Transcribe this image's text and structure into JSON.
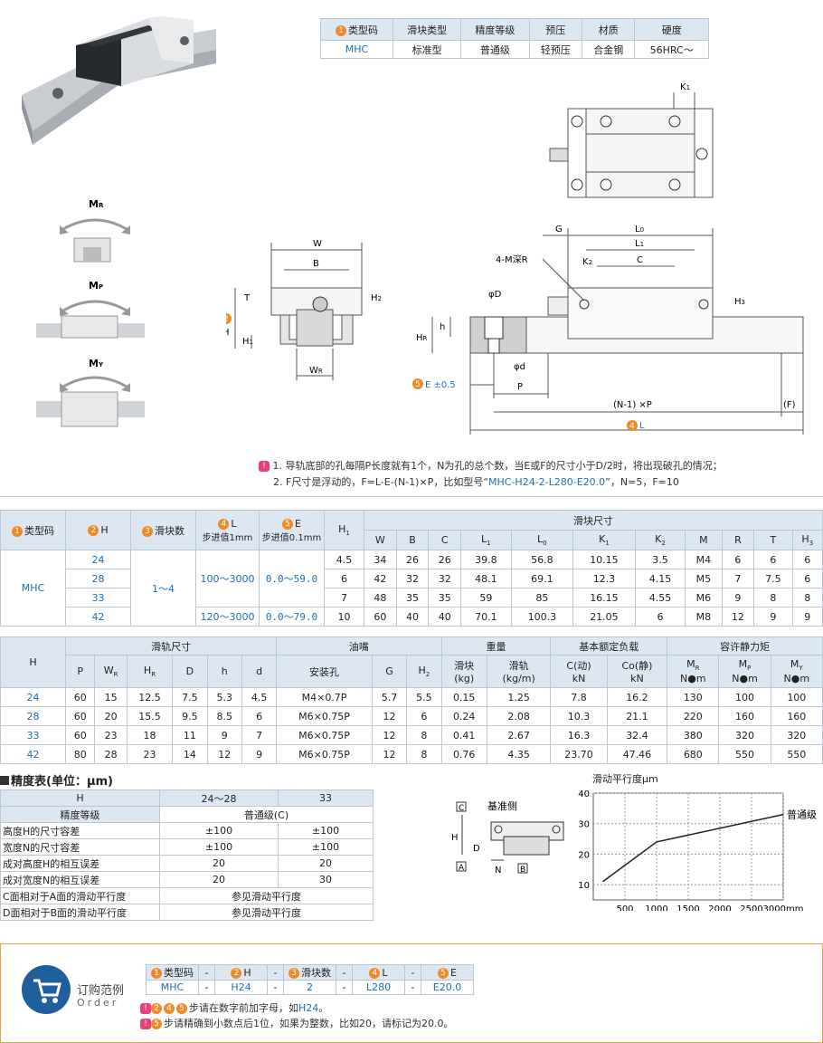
{
  "header_table": {
    "columns": [
      "类型码",
      "滑块类型",
      "精度等级",
      "预压",
      "材质",
      "硬度"
    ],
    "badge1": "1",
    "row": [
      "MHC",
      "标准型",
      "普通级",
      "轻预压",
      "合金钢",
      "56HRC～"
    ]
  },
  "moments": {
    "mr": "M",
    "mr_sub": "R",
    "mp": "M",
    "mp_sub": "P",
    "my": "M",
    "my_sub": "Y"
  },
  "drawing_labels": {
    "W": "W",
    "B": "B",
    "T": "T",
    "H2": "H",
    "H2_sub": "2",
    "H": "H",
    "badge2": "2",
    "H1": "H",
    "H1_sub": "1",
    "WR": "W",
    "WR_sub": "R",
    "K1": "K",
    "K1_sub": "1",
    "G": "G",
    "L0": "L",
    "L0_sub": "0",
    "L1": "L",
    "L1_sub": "1",
    "K2": "K",
    "K2_sub": "2",
    "C": "C",
    "M_R": "4-M深R",
    "phiD": "φD",
    "phid": "φd",
    "h": "h",
    "HR": "H",
    "HR_sub": "R",
    "H3": "H",
    "H3_sub": "3",
    "E": "E ±0.5",
    "badge5": "5",
    "P": "P",
    "NP": "(N-1) ×P",
    "F": "(F)",
    "L": "L",
    "badge4": "4"
  },
  "notes": {
    "icon": "!",
    "line1": "1. 导轨底部的孔每隔P长度就有1个，N为孔的总个数，当E或F的尺寸小于D/2时，将出现破孔的情况；",
    "line2a": "2. F尺寸是浮动的，F=L-E-(N-1)×P，比如型号“",
    "line2b": "MHC-H24-2-L280-E20.0",
    "line2c": "”，N=5，F=10"
  },
  "spec1": {
    "h_type": "类型码",
    "b1": "1",
    "h_H": "H",
    "b2": "2",
    "h_qty": "滑块数",
    "b3": "3",
    "h_L": "L",
    "b4": "4",
    "h_L2": "步进值1mm",
    "h_E": "E",
    "b5": "5",
    "h_E2": "步进值0.1mm",
    "h_H1": "H",
    "h_H1_sub": "1",
    "h_block": "滑块尺寸",
    "cols": [
      [
        "W",
        ""
      ],
      [
        "B",
        ""
      ],
      [
        "C",
        ""
      ],
      [
        "L",
        "1"
      ],
      [
        "L",
        "0"
      ],
      [
        "K",
        "1"
      ],
      [
        "K",
        "2"
      ],
      [
        "M",
        ""
      ],
      [
        "R",
        ""
      ],
      [
        "T",
        ""
      ],
      [
        "H",
        "3"
      ]
    ],
    "type": "MHC",
    "qty": "1～4",
    "L_range1": "100～3000",
    "E_range1": "0.0～59.0",
    "L_range2": "120～3000",
    "E_range2": "0.0～79.0",
    "rows": [
      [
        "24",
        "4.5",
        "34",
        "26",
        "26",
        "39.8",
        "56.8",
        "10.15",
        "3.5",
        "M4",
        "6",
        "6",
        "6"
      ],
      [
        "28",
        "6",
        "42",
        "32",
        "32",
        "48.1",
        "69.1",
        "12.3",
        "4.15",
        "M5",
        "7",
        "7.5",
        "6"
      ],
      [
        "33",
        "7",
        "48",
        "35",
        "35",
        "59",
        "85",
        "16.15",
        "4.55",
        "M6",
        "9",
        "8",
        "8"
      ],
      [
        "42",
        "10",
        "60",
        "40",
        "40",
        "70.1",
        "100.3",
        "21.05",
        "6",
        "M8",
        "12",
        "9",
        "9"
      ]
    ]
  },
  "spec2": {
    "h_H": "H",
    "g_rail": "滑轨尺寸",
    "g_oil": "油嘴",
    "g_weight": "重量",
    "g_load": "基本额定负载",
    "g_moment": "容许静力矩",
    "c_P": "P",
    "c_WR": "W",
    "c_WR_sub": "R",
    "c_HR": "H",
    "c_HR_sub": "R",
    "c_D": "D",
    "c_h": "h",
    "c_d": "d",
    "c_hole": "安装孔",
    "c_G": "G",
    "c_H2": "H",
    "c_H2_sub": "2",
    "c_wb1": "滑块",
    "c_wb2": "(kg)",
    "c_wr1": "滑轨",
    "c_wr2": "(kg/m)",
    "c_c1": "C(动)",
    "c_c2": "kN",
    "c_co1": "Co(静)",
    "c_co2": "kN",
    "c_mr": "M",
    "c_mr_sub": "R",
    "c_mp": "M",
    "c_mp_sub": "P",
    "c_my": "M",
    "c_my_sub": "Y",
    "c_unit": "N●m",
    "rows": [
      [
        "24",
        "60",
        "15",
        "12.5",
        "7.5",
        "5.3",
        "4.5",
        "M4×0.7P",
        "5.7",
        "5.5",
        "0.15",
        "1.25",
        "7.8",
        "16.2",
        "130",
        "100",
        "100"
      ],
      [
        "28",
        "60",
        "20",
        "15.5",
        "9.5",
        "8.5",
        "6",
        "M6×0.75P",
        "12",
        "6",
        "0.24",
        "2.08",
        "10.3",
        "21.1",
        "220",
        "160",
        "160"
      ],
      [
        "33",
        "60",
        "23",
        "18",
        "11",
        "9",
        "7",
        "M6×0.75P",
        "12",
        "8",
        "0.41",
        "2.67",
        "16.3",
        "32.4",
        "380",
        "320",
        "320"
      ],
      [
        "42",
        "80",
        "28",
        "23",
        "14",
        "12",
        "9",
        "M6×0.75P",
        "12",
        "8",
        "0.76",
        "4.35",
        "23.70",
        "47.46",
        "680",
        "550",
        "550"
      ]
    ]
  },
  "precision": {
    "title": "精度表(单位：μm)",
    "h_H": "H",
    "h_2428": "24～28",
    "h_33": "33",
    "h_grade": "精度等级",
    "grade": "普通级(C)",
    "rows": [
      [
        "高度H的尺寸容差",
        "±100",
        "±100"
      ],
      [
        "宽度N的尺寸容差",
        "±100",
        "±100"
      ],
      [
        "成对高度H的相互误差",
        "20",
        "20"
      ],
      [
        "成对宽度N的相互误差",
        "20",
        "30"
      ]
    ],
    "row_ca": "C面相对于A面的滑动平行度",
    "row_db": "D面相对于B面的滑动平行度",
    "see": "参见滑动平行度"
  },
  "ref_diagram": {
    "C": "C",
    "ref": "基准侧",
    "H": "H",
    "D": "D",
    "A": "A",
    "N": "N",
    "B": "B"
  },
  "chart_data": {
    "type": "line",
    "title": "滑动平行度μm",
    "x": [
      150,
      1000,
      3000
    ],
    "series": [
      {
        "name": "普通级",
        "values": [
          11,
          24,
          33
        ]
      }
    ],
    "xticks": [
      "500",
      "1000",
      "1500",
      "2000",
      "2500",
      "3000mm"
    ],
    "xtick_vals": [
      500,
      1000,
      1500,
      2000,
      2500,
      3000
    ],
    "yticks": [
      "10",
      "20",
      "30",
      "40"
    ],
    "ytick_vals": [
      10,
      20,
      30,
      40
    ],
    "xlim": [
      0,
      3000
    ],
    "ylim": [
      5,
      40
    ]
  },
  "order": {
    "label": "订购范例",
    "label_en": "Order",
    "cols": [
      "类型码",
      "-",
      "H",
      "-",
      "滑块数",
      "-",
      "L",
      "-",
      "E"
    ],
    "badges": [
      "1",
      "",
      "2",
      "",
      "3",
      "",
      "4",
      "",
      "5"
    ],
    "vals": [
      "MHC",
      "-",
      "H24",
      "-",
      "2",
      "-",
      "L280",
      "-",
      "E20.0"
    ],
    "note1_badges": "245",
    "note1a": "步请在数字前加字母，如",
    "note1b": "H24",
    "note1c": "。",
    "note2_badge": "5",
    "note2": "步请精确到小数点后1位，如果为整数，比如20，请标记为20.0。"
  }
}
